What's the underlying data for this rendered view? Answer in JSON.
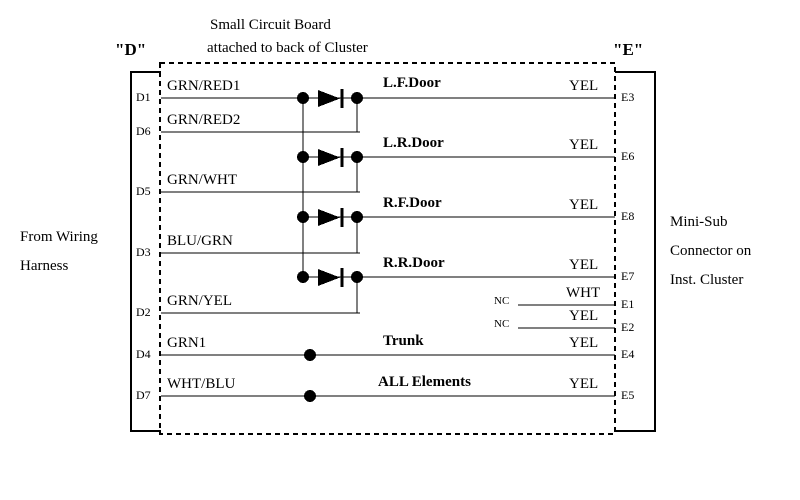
{
  "title_lines": [
    "Small Circuit Board",
    "attached to back of Cluster"
  ],
  "left_connector_label": "\"D\"",
  "right_connector_label": "\"E\"",
  "left_side_note": [
    "From Wiring",
    "Harness"
  ],
  "right_side_note": [
    "Mini-Sub",
    "Connector on",
    "Inst. Cluster"
  ],
  "rows": [
    {
      "d_pin": "D1",
      "wire": "GRN/RED1",
      "signal": "L.F.Door",
      "e_wire": "YEL",
      "e_pin": "E3",
      "nc": "",
      "has_diode": true,
      "has_dot": false
    },
    {
      "d_pin": "D6",
      "wire": "GRN/RED2",
      "signal": "",
      "e_wire": "",
      "e_pin": "",
      "nc": "",
      "has_diode": false,
      "has_dot": false
    },
    {
      "d_pin": "",
      "wire": "",
      "signal": "L.R.Door",
      "e_wire": "YEL",
      "e_pin": "E6",
      "nc": "",
      "has_diode": true,
      "has_dot": false
    },
    {
      "d_pin": "D5",
      "wire": "GRN/WHT",
      "signal": "",
      "e_wire": "",
      "e_pin": "",
      "nc": "",
      "has_diode": false,
      "has_dot": false
    },
    {
      "d_pin": "",
      "wire": "",
      "signal": "R.F.Door",
      "e_wire": "YEL",
      "e_pin": "E8",
      "nc": "",
      "has_diode": true,
      "has_dot": false
    },
    {
      "d_pin": "D3",
      "wire": "BLU/GRN",
      "signal": "",
      "e_wire": "",
      "e_pin": "",
      "nc": "",
      "has_diode": false,
      "has_dot": false
    },
    {
      "d_pin": "",
      "wire": "",
      "signal": "R.R.Door",
      "e_wire": "YEL",
      "e_pin": "E7",
      "nc": "",
      "has_diode": true,
      "has_dot": false
    },
    {
      "d_pin": "D2",
      "wire": "GRN/YEL",
      "signal": "",
      "e_wire": "",
      "e_pin": "",
      "nc": "",
      "has_diode": false,
      "has_dot": false
    },
    {
      "d_pin": "",
      "wire": "",
      "signal": "",
      "e_wire": "WHT",
      "e_pin": "E1",
      "nc": "NC",
      "has_diode": false,
      "has_dot": false
    },
    {
      "d_pin": "",
      "wire": "",
      "signal": "",
      "e_wire": "YEL",
      "e_pin": "E2",
      "nc": "NC",
      "has_diode": false,
      "has_dot": false
    },
    {
      "d_pin": "D4",
      "wire": "GRN1",
      "signal": "Trunk",
      "e_wire": "YEL",
      "e_pin": "E4",
      "nc": "",
      "has_diode": false,
      "has_dot": true
    },
    {
      "d_pin": "D7",
      "wire": "WHT/BLU",
      "signal": "ALL Elements",
      "e_wire": "YEL",
      "e_pin": "E5",
      "nc": "",
      "has_diode": false,
      "has_dot": true
    }
  ],
  "colors": {
    "line": "#000000",
    "background": "#ffffff"
  }
}
